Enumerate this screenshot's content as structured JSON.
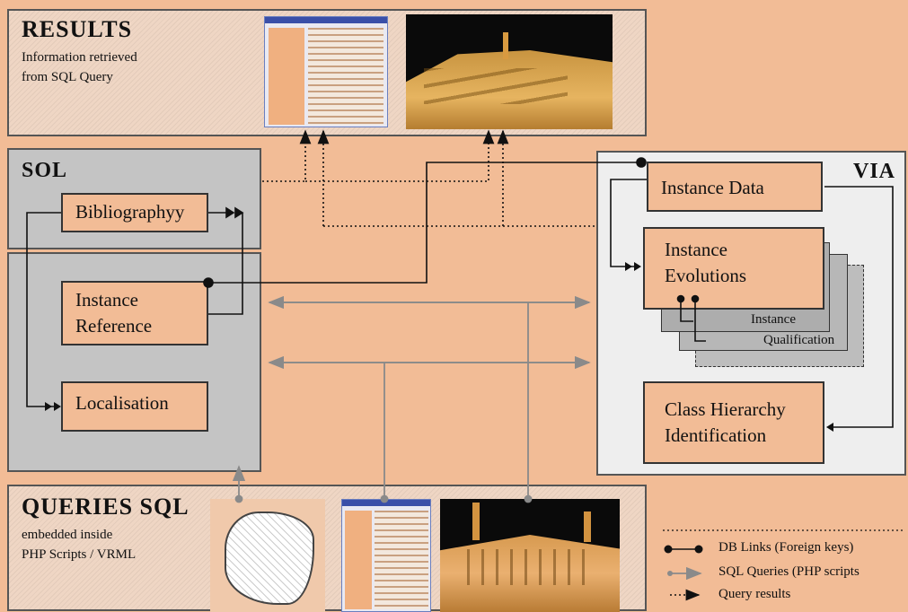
{
  "results": {
    "title": "RESULTS",
    "subtitle_line1": "Information retrieved",
    "subtitle_line2": "from SQL Query"
  },
  "sol": {
    "title": "SOL",
    "bibliography": "Bibliographyy",
    "instance_reference_line1": "Instance",
    "instance_reference_line2": "Reference",
    "localisation": "Localisation"
  },
  "via": {
    "title": "VIA",
    "instance_data": "Instance Data",
    "instance_evolutions_line1": "Instance",
    "instance_evolutions_line2": "Evolutions",
    "instance_qualification_line1": "Instance",
    "instance_qualification_line2": "Qualification",
    "class_hierarchy_line1": "Class Hierarchy",
    "class_hierarchy_line2": "Identification"
  },
  "queries": {
    "title": "QUERIES SQL",
    "subtitle_line1": "embedded inside",
    "subtitle_line2": "PHP Scripts / VRML"
  },
  "legend": {
    "db_links": "DB Links (Foreign keys)",
    "sql_queries": "SQL Queries (PHP scripts",
    "query_results": "Query results"
  },
  "colors": {
    "background": "#f2bc96",
    "panel_grey": "#c4c4c4",
    "panel_light": "#eeeeee",
    "arrow_grey": "#8a8a8a",
    "line_dark": "#111111"
  }
}
